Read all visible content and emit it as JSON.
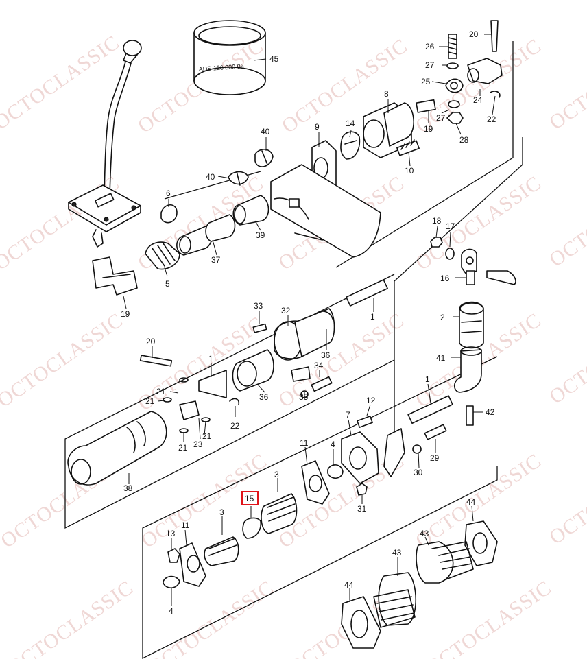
{
  "diagram": {
    "watermark": "OCTOCLASSIC",
    "stamp_text": "ADS 126 000 06",
    "highlight_color": "#e0141a",
    "watermark_color": "#e3b7b3",
    "highlighted_callout": "15",
    "callouts": [
      "45",
      "20",
      "26",
      "27",
      "25",
      "24",
      "8",
      "14",
      "9",
      "40",
      "40",
      "6",
      "5",
      "19",
      "37",
      "39",
      "10",
      "19",
      "27",
      "22",
      "28",
      "18",
      "17",
      "16",
      "2",
      "41",
      "1",
      "1",
      "42",
      "33",
      "32",
      "36",
      "20",
      "1",
      "21",
      "21",
      "23",
      "21",
      "21",
      "36",
      "35",
      "34",
      "22",
      "38",
      "12",
      "7",
      "29",
      "30",
      "4",
      "31",
      "11",
      "3",
      "15",
      "3",
      "13",
      "11",
      "4",
      "44",
      "43",
      "43",
      "44"
    ]
  }
}
